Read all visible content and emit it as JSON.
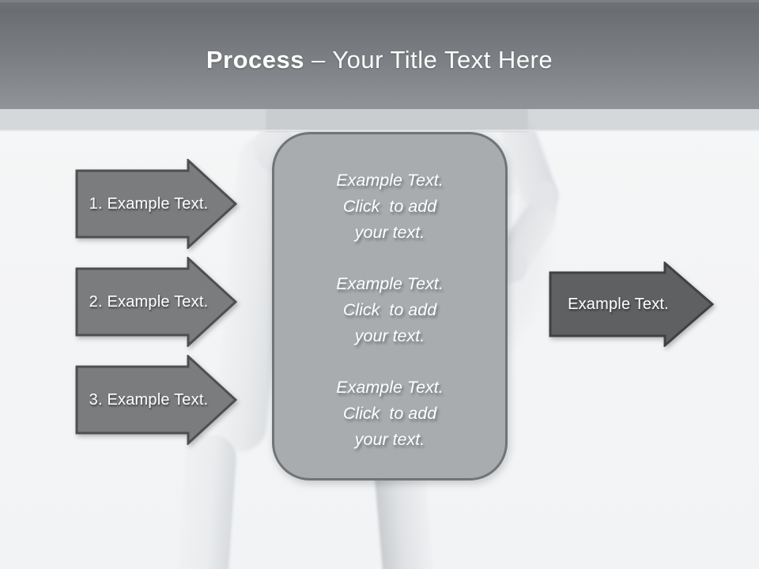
{
  "header": {
    "title_bold": "Process",
    "title_rest": "– Your Title Text Here"
  },
  "left_arrows": [
    {
      "label": "1. Example Text."
    },
    {
      "label": "2. Example Text."
    },
    {
      "label": "3. Example Text."
    }
  ],
  "right_arrow": {
    "label": "Example Text."
  },
  "center_box": {
    "blocks": [
      {
        "line1": "Example Text.",
        "line2": "Click  to add",
        "line3": "your text."
      },
      {
        "line1": "Example Text.",
        "line2": "Click  to add",
        "line3": "your text."
      },
      {
        "line1": "Example Text.",
        "line2": "Click  to add",
        "line3": "your text."
      }
    ]
  },
  "colors": {
    "header_gradient_top": "#6a6e72",
    "header_gradient_bottom": "#909498",
    "divider_band": "#ced1d3",
    "body_background": "#f5f6f7",
    "left_arrow_fill": "#7a7c7d",
    "left_arrow_border": "#4d4f50",
    "right_arrow_fill": "#5e6061",
    "right_arrow_border": "#3f4142",
    "panel_fill": "#a8acaf",
    "panel_border": "#6f7477",
    "text": "#ffffff"
  }
}
